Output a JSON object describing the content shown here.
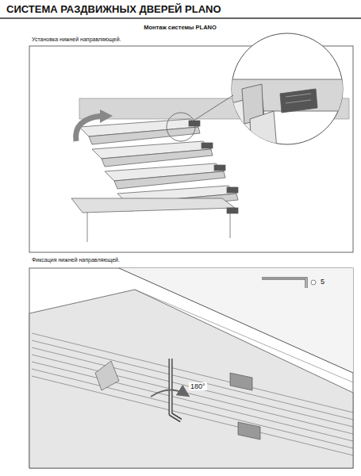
{
  "diagram": {
    "title": "СИСТЕМА РАЗДВИЖНЫХ ДВЕРЕЙ PLANO",
    "labels": [
      "Монтаж системы PLANO",
      "Установка нижней направляющей.",
      "Фиксация нижней направляющей.",
      "5",
      "180°"
    ]
  }
}
